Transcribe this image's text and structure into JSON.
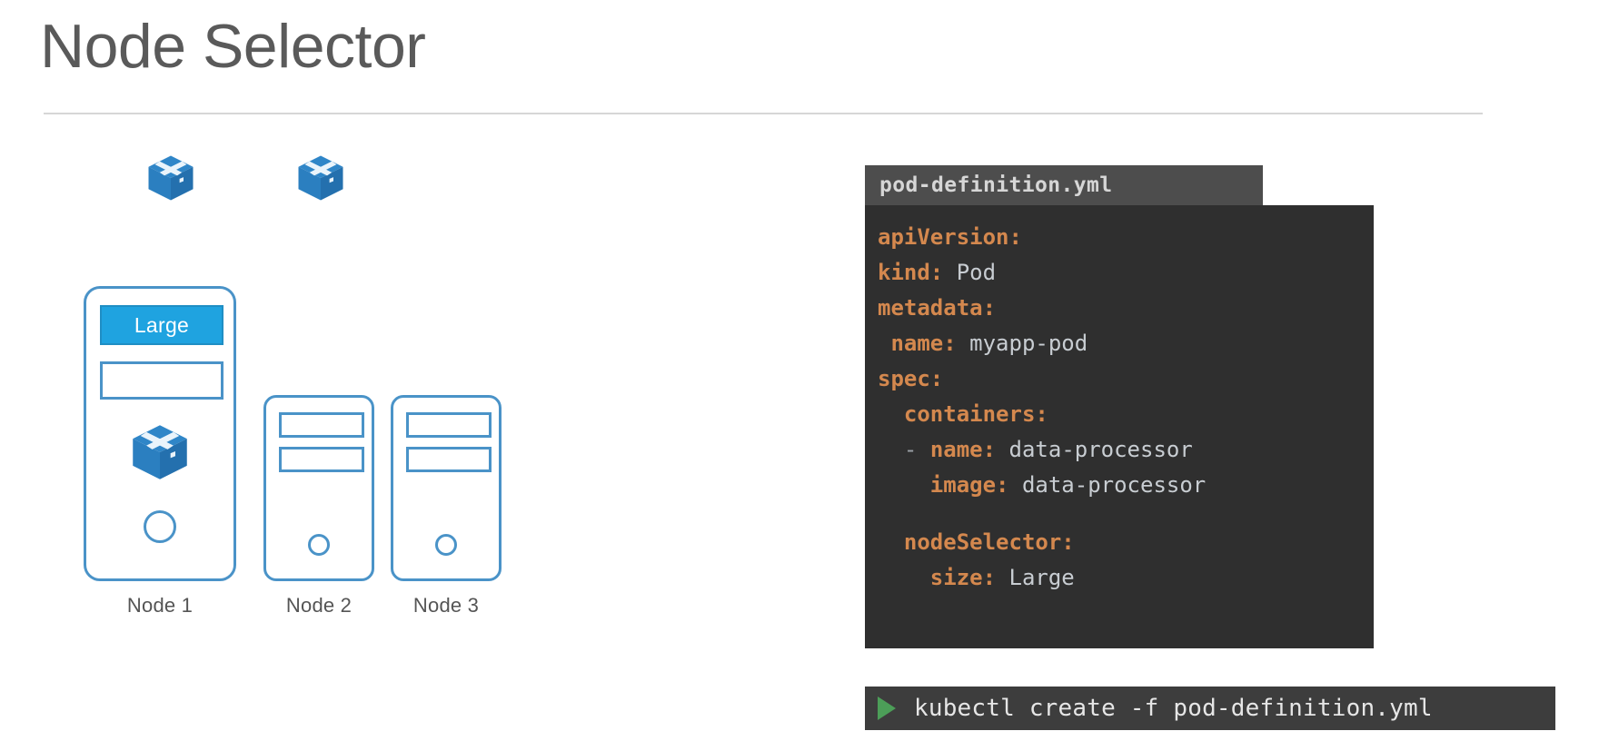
{
  "slide": {
    "title": "Node Selector"
  },
  "diagram": {
    "free_pods": [
      {
        "icon": "cube-box-icon"
      },
      {
        "icon": "cube-box-icon"
      }
    ],
    "nodes": [
      {
        "label": "Node 1",
        "size_badge": "Large",
        "has_pod": true,
        "pod_icon": "cube-box-icon"
      },
      {
        "label": "Node 2",
        "size_badge": "",
        "has_pod": false
      },
      {
        "label": "Node 3",
        "size_badge": "",
        "has_pod": false
      }
    ]
  },
  "code_card": {
    "filename": "pod-definition.yml",
    "lines": [
      {
        "indent": 0,
        "key": "apiVersion:",
        "value": ""
      },
      {
        "indent": 0,
        "key": "kind:",
        "value": "Pod"
      },
      {
        "indent": 0,
        "key": "metadata:",
        "value": ""
      },
      {
        "indent": 1,
        "key": "name:",
        "value": "myapp-pod"
      },
      {
        "indent": 0,
        "key": "spec:",
        "value": ""
      },
      {
        "indent": 2,
        "key": "containers:",
        "value": ""
      },
      {
        "indent": 2,
        "dash": "-",
        "key": "name:",
        "value": "data-processor"
      },
      {
        "indent": 3,
        "key": "image:",
        "value": "data-processor"
      },
      {
        "blank": true
      },
      {
        "indent": 2,
        "key": "nodeSelector:",
        "value": ""
      },
      {
        "indent": 3,
        "key": "size:",
        "value": "Large"
      }
    ]
  },
  "command": {
    "prompt_icon": "play-triangle-icon",
    "text": "kubectl create -f pod-definition.yml"
  },
  "colors": {
    "title_text": "#5a5a5a",
    "divider": "#d6d6d6",
    "node_outline": "#4a93c8",
    "badge_blue": "#1fa3e0",
    "pod_blue": "#2b7fc0",
    "code_tab_bg": "#4d4d4d",
    "code_body_bg": "#2f2f2f",
    "code_key_orange": "#d4884e",
    "code_value_gray": "#c8cdd2",
    "command_bar_bg": "#3d3d3d",
    "play_green": "#4c9e58"
  }
}
